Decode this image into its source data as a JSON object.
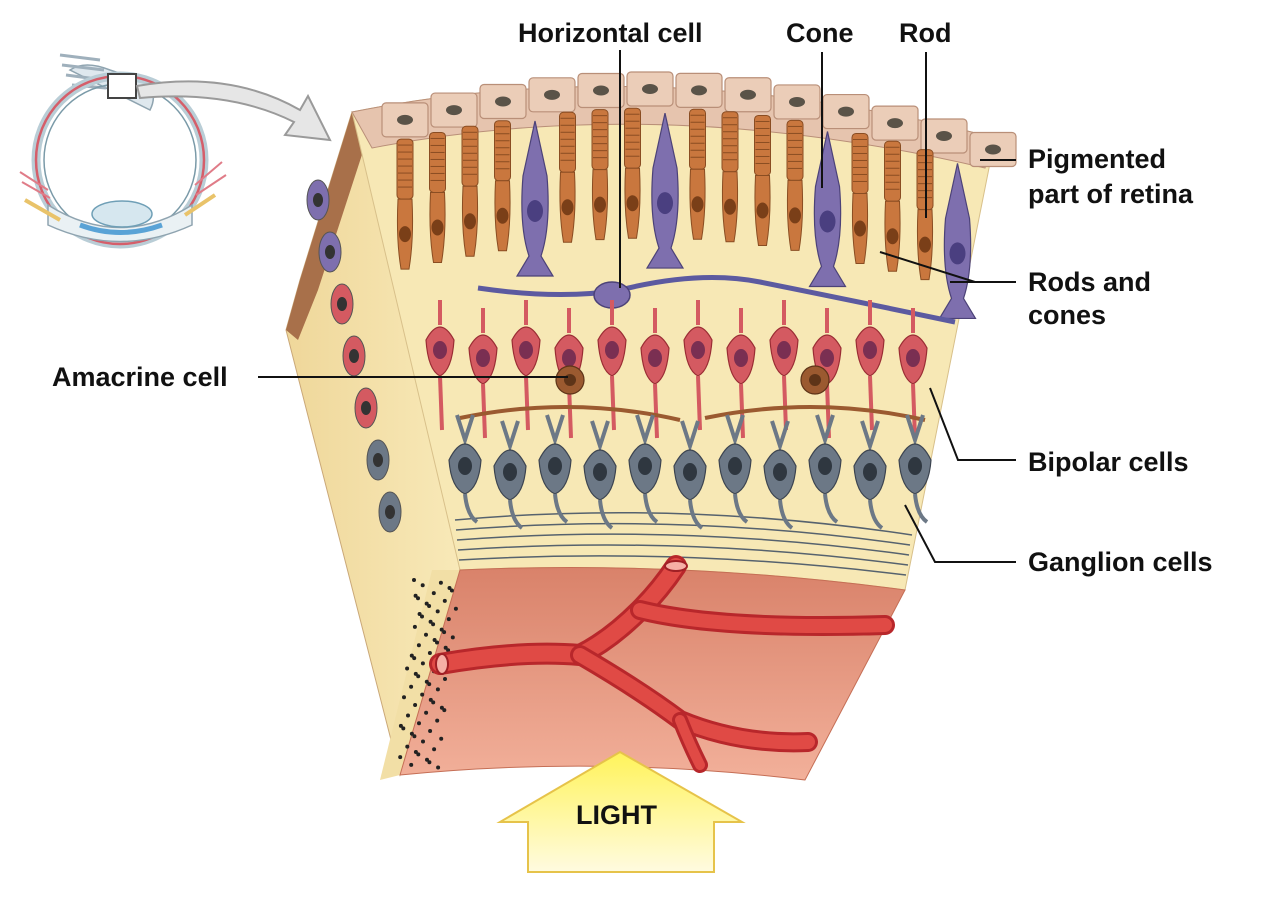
{
  "labels": {
    "horizontal_cell": "Horizontal cell",
    "cone": "Cone",
    "rod": "Rod",
    "pigmented_line1": "Pigmented",
    "pigmented_line2": "part of retina",
    "rods_cones_line1": "Rods and",
    "rods_cones_line2": "cones",
    "amacrine_cell": "Amacrine cell",
    "bipolar_cells": "Bipolar cells",
    "ganglion_cells": "Ganglion cells",
    "light": "LIGHT"
  },
  "colors": {
    "pigment": "#e4c3ad",
    "rod": "#c9773e",
    "cone": "#7e6fae",
    "bipolar": "#d45a61",
    "ganglion": "#6c7886",
    "amacrine": "#9b5a30",
    "background_tissue": "#f6e7b4",
    "vessel": "#d83a3a",
    "choroid_floor": "#e59479",
    "light_arrow": "#fff35a"
  }
}
